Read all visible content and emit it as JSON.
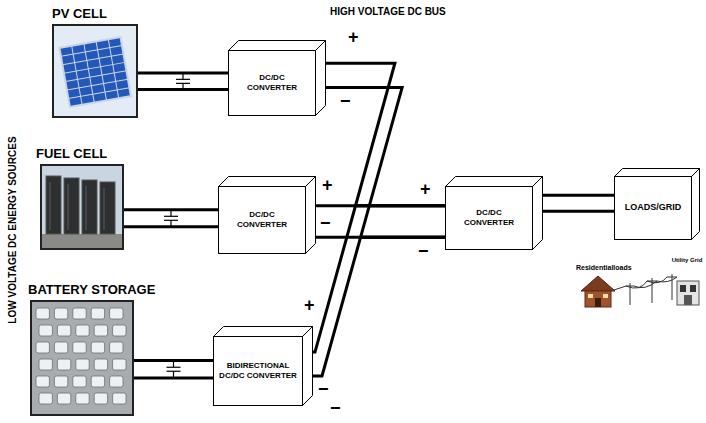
{
  "diagram": {
    "nodes": [
      {
        "text": [
          "PV CELL"
        ]
      },
      {
        "text": [
          "DC/DC CONVERTER"
        ]
      },
      {
        "text": [
          "FUEL CELL"
        ]
      },
      {
        "text": [
          "DC/DC CONVERTER"
        ]
      },
      {
        "text": [
          "BATTERY STORAGE"
        ]
      },
      {
        "text": [
          "BIDIRECTIONAL DC/DC CONVERTER"
        ]
      },
      {
        "text": [
          "DC/DC CONVERTER"
        ]
      },
      {
        "text": [
          "LOADS/GRID"
        ]
      }
    ],
    "edges": [
      {
        "from": 0,
        "to": 1,
        "arrow": "none"
      },
      {
        "from": 2,
        "to": 3,
        "arrow": "none"
      },
      {
        "from": 4,
        "to": 5,
        "arrow": "none"
      },
      {
        "from": 1,
        "to": 6,
        "arrow": "none"
      },
      {
        "from": 3,
        "to": 6,
        "arrow": "none"
      },
      {
        "from": 5,
        "to": 6,
        "arrow": "none"
      },
      {
        "from": 6,
        "to": 7,
        "arrow": "none"
      }
    ],
    "labels": [
      "HIGH VOLTAGE DC BUS",
      "LOW VOLTAGE DC ENERGY SOURCES",
      "+",
      "−",
      "+",
      "−",
      "+",
      "−",
      "+",
      "−",
      "−",
      "Residentialloads",
      "Utility Grid"
    ]
  }
}
